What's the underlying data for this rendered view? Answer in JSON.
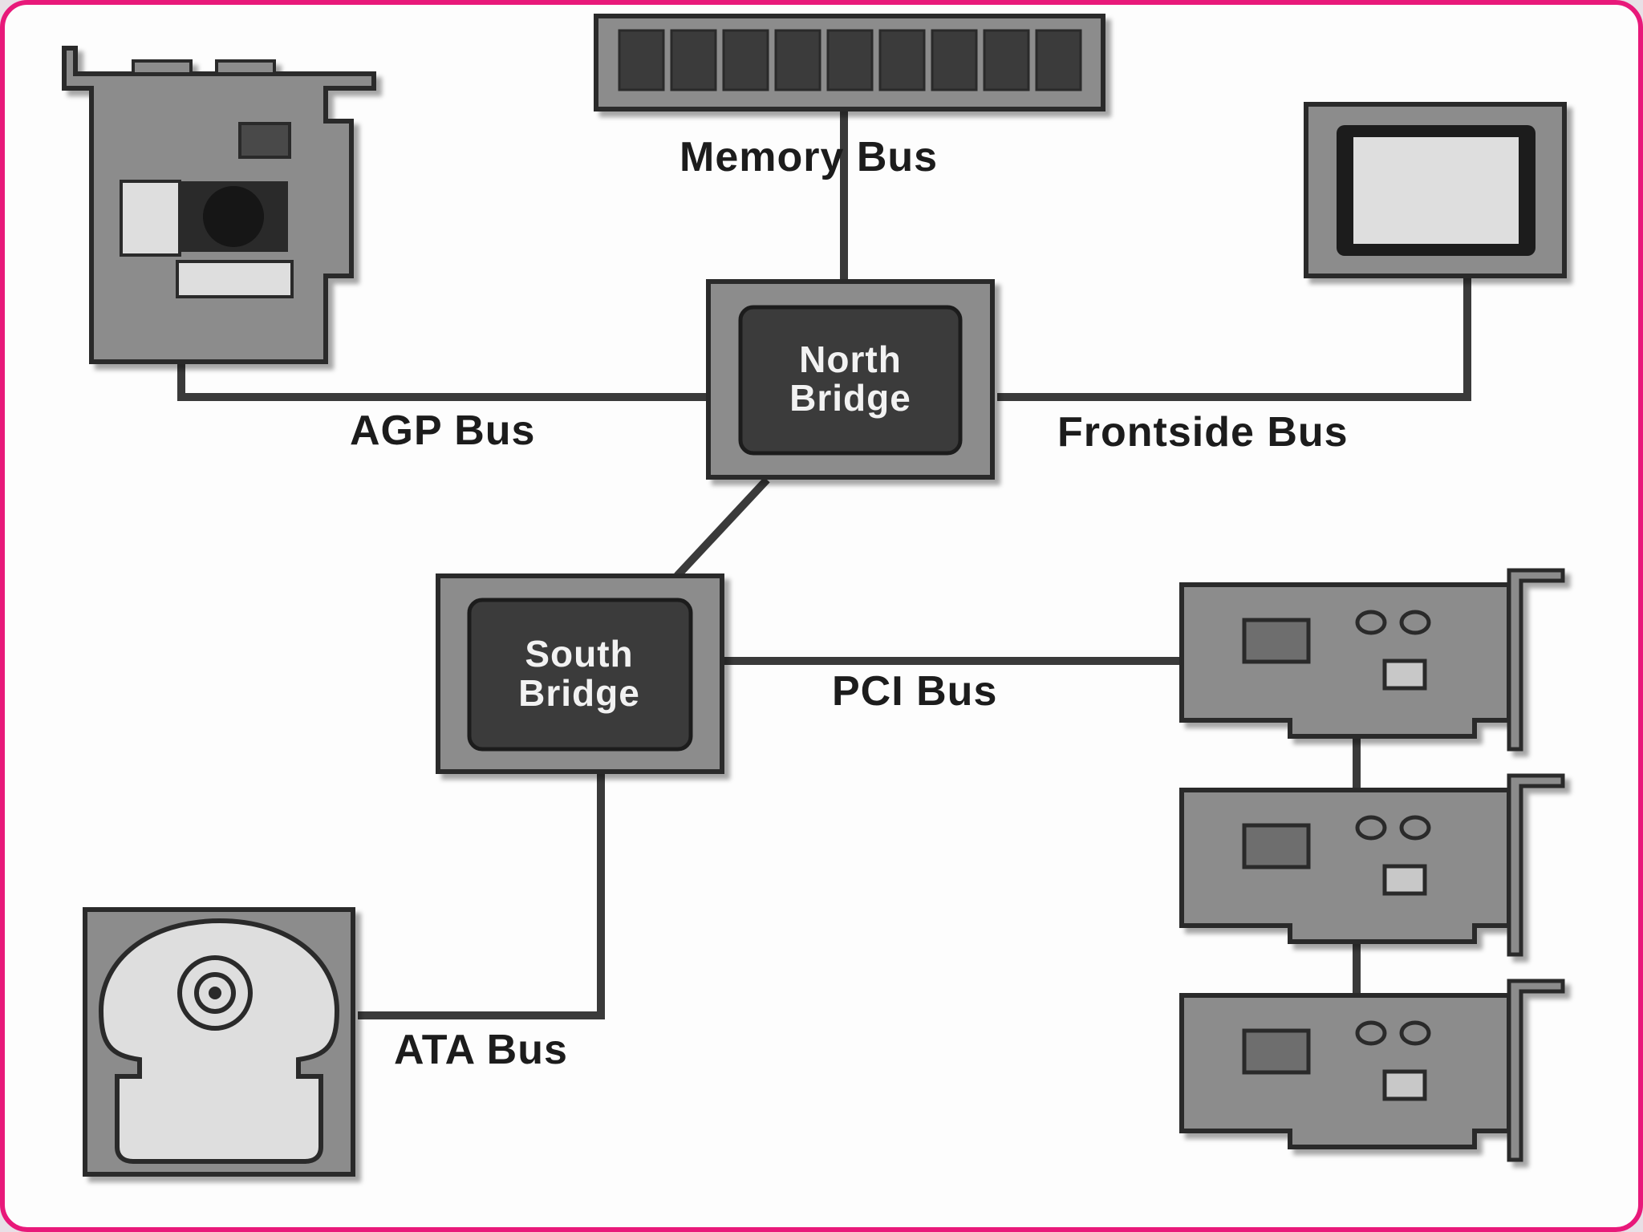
{
  "components": {
    "north_bridge": {
      "line1": "North",
      "line2": "Bridge"
    },
    "south_bridge": {
      "line1": "South",
      "line2": "Bridge"
    },
    "memory": {
      "icon": "memory-module-icon"
    },
    "cpu": {
      "icon": "cpu-chip-icon"
    },
    "agp_card": {
      "icon": "graphics-card-icon"
    },
    "pci_cards": {
      "icon": "pci-card-icon",
      "count": 3
    },
    "hard_drive": {
      "icon": "hard-drive-icon"
    }
  },
  "buses": {
    "memory": "Memory Bus",
    "agp": "AGP Bus",
    "frontside": "Frontside Bus",
    "pci": "PCI Bus",
    "ata": "ATA Bus"
  },
  "colors": {
    "frame": "#e8197a",
    "background": "#fdfdfd",
    "component": "#8c8c8c",
    "chip": "#3a3a3a",
    "outline": "#2a2a2a"
  }
}
